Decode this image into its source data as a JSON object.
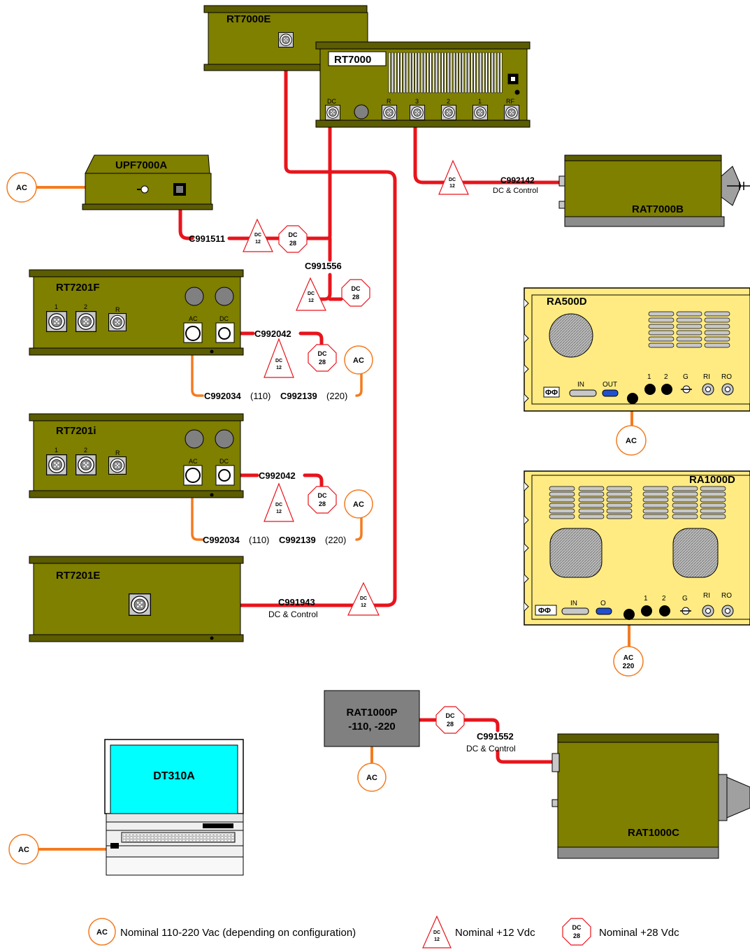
{
  "colors": {
    "olive": "#7f7f00",
    "olive_dark": "#5c5c00",
    "panel_yellow": "#ffeb82",
    "cable_red": "#e8141c",
    "cable_orange": "#f47b20",
    "badge_red": "#e8141c",
    "gray_box": "#808080",
    "screen_cyan": "#00ffff"
  },
  "devices": {
    "rt7000e": "RT7000E",
    "rt7000": "RT7000",
    "upf7000a": "UPF7000A",
    "rat7000b": "RAT7000B",
    "rt7201f": "RT7201F",
    "rt7201i": "RT7201i",
    "rt7201e": "RT7201E",
    "ra500d": "RA500D",
    "ra1000d": "RA1000D",
    "rat1000p_1": "RAT1000P",
    "rat1000p_2": "-110, -220",
    "rat1000c": "RAT1000C",
    "dt310a": "DT310A"
  },
  "ports": {
    "rt7000": [
      "DC",
      "R",
      "3",
      "2",
      "1",
      "RF"
    ],
    "rt7201": [
      "1",
      "2",
      "R",
      "AC",
      "DC"
    ],
    "ra500d": [
      "IN",
      "OUT",
      "1",
      "2",
      "G",
      "RI",
      "RO"
    ],
    "ra1000d": [
      "IN",
      "O",
      "1",
      "2",
      "G",
      "RI",
      "RO"
    ]
  },
  "cables": {
    "c992142": "C992142",
    "dc_control": "DC & Control",
    "c991511": "C991511",
    "c991556": "C991556",
    "c992042": "C992042",
    "c992034": "C992034",
    "v110": "(110)",
    "c992139": "C992139",
    "v220": "(220)",
    "c991943": "C991943",
    "c991552": "C991552"
  },
  "badges": {
    "ac": "AC",
    "dc": "DC",
    "v12": "12",
    "v28": "28",
    "v220": "220"
  },
  "legend": {
    "ac": "Nominal 110-220 Vac (depending on configuration)",
    "dc12": "Nominal +12 Vdc",
    "dc28": "Nominal +28 Vdc"
  }
}
